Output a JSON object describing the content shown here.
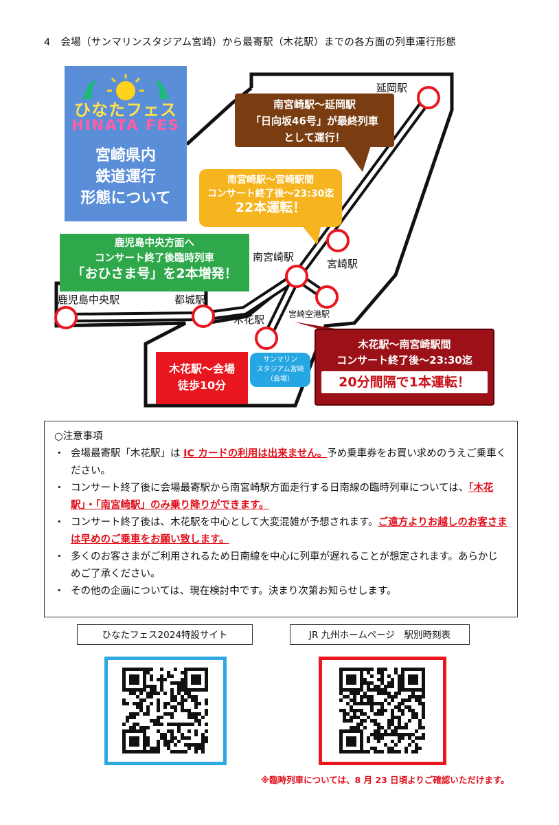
{
  "heading": "4　会場（サンマリンスタジアム宮崎）から最寄駅（木花駅）までの各方面の列車運行形態",
  "logo": {
    "caption_lines": [
      "宮崎県内",
      "鉄道運行",
      "形態について"
    ],
    "brand_ja": "ひなたフェス",
    "brand_en": "HINATA FES"
  },
  "stations": {
    "nobeoka": "延岡駅",
    "miyazaki": "宮崎駅",
    "minamimiyazaki": "南宮崎駅",
    "miyazaki_airport": "宮崎空港駅",
    "kibana": "木花駅",
    "miyakonojo": "都城駅",
    "kagoshima_chuo": "鹿児島中央駅"
  },
  "callouts": {
    "nobeoka": [
      "南宮崎駅～延岡駅",
      "「日向坂46号」が最終列車",
      "として運行！"
    ],
    "minami": {
      "line1": "南宮崎駅～宮崎駅間",
      "line2": "コンサート終了後～23:30迄",
      "line3": "22本運転！"
    },
    "kagoshima": {
      "line1": "鹿児島中央方面へ",
      "line2": "コンサート終了後臨時列車",
      "line3": "「おひさま号」を2本増発！"
    },
    "walk": [
      "木花駅～会場",
      "徒歩10分"
    ],
    "kibana": {
      "line1": "木花駅～南宮崎駅間",
      "line2": "コンサート終了後～23:30迄",
      "line3": "20分間隔で1本運転！"
    },
    "venue": [
      "サンマリン",
      "スタジアム宮崎",
      "（会場）"
    ]
  },
  "notes": {
    "title": "○注意事項",
    "bullet": "・",
    "items": [
      {
        "parts": [
          {
            "t": "会場最寄駅「木花駅」は ",
            "s": ""
          },
          {
            "t": "IC カードの利用は出来ません。",
            "s": "red"
          },
          {
            "t": "予め乗車券をお買い求めのうえご乗車ください。",
            "s": ""
          }
        ]
      },
      {
        "parts": [
          {
            "t": "コンサート終了後に会場最寄駅から南宮崎駅方面走行する日南線の臨時列車については、",
            "s": ""
          },
          {
            "t": "「木花駅」・「南宮崎駅」のみ乗り降りができます。",
            "s": "red"
          }
        ]
      },
      {
        "parts": [
          {
            "t": "コンサート終了後は、木花駅を中心として大変混雑が予想されます。",
            "s": ""
          },
          {
            "t": "ご遠方よりお越しのお客さまは早めのご乗車をお願い致します。",
            "s": "red"
          }
        ]
      },
      {
        "parts": [
          {
            "t": "多くのお客さまがご利用されるため日南線を中心に列車が遅れることが想定されます。あらかじめご了承ください。",
            "s": ""
          }
        ]
      },
      {
        "parts": [
          {
            "t": "その他の企画については、現在検討中です。決まり次第お知らせします。",
            "s": ""
          }
        ]
      }
    ]
  },
  "qr": {
    "left_label": "ひなたフェス2024特設サイト",
    "right_label": "JR 九州ホームページ　駅別時刻表",
    "left_color": "#2fa9e0",
    "right_color": "#e8161e"
  },
  "footnote": "※臨時列車については、8 月 23 日頃よりご確認いただけます。"
}
